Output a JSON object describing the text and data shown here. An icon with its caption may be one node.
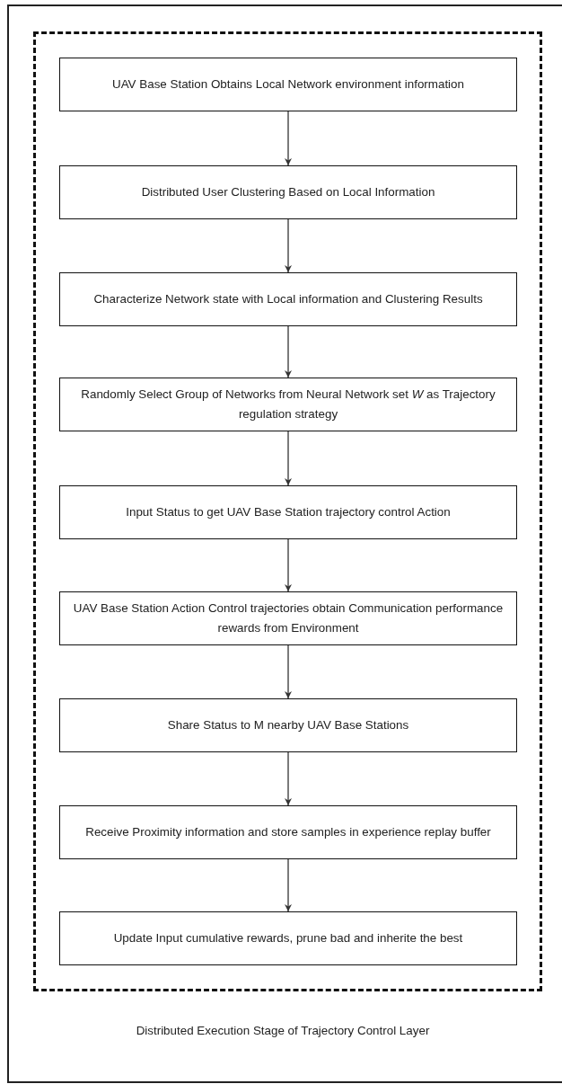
{
  "diagram": {
    "nodes": [
      {
        "text": [
          "Distributed Execution Stage of Trajectory Control Layer"
        ]
      },
      {
        "text": [],
        "shape": "box",
        "in": 0
      },
      {
        "text": [
          "UAV Base Station Obtains Local Network environment information"
        ],
        "in": 1
      },
      {
        "text": [
          "Distributed User Clustering Based on Local Information"
        ],
        "in": 1
      },
      {
        "text": [
          "Characterize Network state with Local information and Clustering Results"
        ],
        "in": 1
      },
      {
        "text": [
          "Randomly Select Group of Networks from Neural Network set *W* as Trajectory regulation strategy"
        ],
        "in": 1
      },
      {
        "text": [
          "Input Status to get UAV Base Station trajectory control Action"
        ],
        "in": 1
      },
      {
        "text": [
          "UAV Base Station Action Control trajectories obtain Communication performance rewards from Environment"
        ],
        "in": 1
      },
      {
        "text": [
          "Share Status to M nearby UAV Base Stations"
        ],
        "in": 1
      },
      {
        "text": [
          "Receive Proximity information and store samples in experience replay buffer"
        ],
        "in": 1
      },
      {
        "text": [
          "Update Input cumulative rewards, prune bad and inherite the best"
        ],
        "in": 1
      }
    ],
    "edges": [
      {
        "from": 2,
        "to": 3,
        "arrow": "to"
      },
      {
        "from": 3,
        "to": 4,
        "arrow": "to"
      },
      {
        "from": 4,
        "to": 5,
        "arrow": "to"
      },
      {
        "from": 5,
        "to": 6,
        "arrow": "to"
      },
      {
        "from": 6,
        "to": 7,
        "arrow": "to"
      },
      {
        "from": 7,
        "to": 8,
        "arrow": "to"
      },
      {
        "from": 8,
        "to": 9,
        "arrow": "to"
      },
      {
        "from": 9,
        "to": 10,
        "arrow": "to"
      }
    ]
  }
}
